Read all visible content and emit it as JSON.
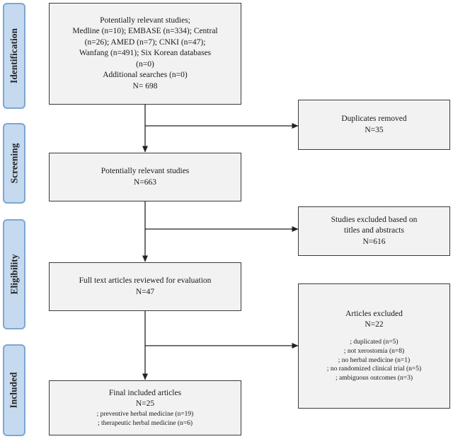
{
  "phases": {
    "identification": "Identification",
    "screening": "Screening",
    "eligibility": "Eligibility",
    "included": "Included"
  },
  "boxes": {
    "identification": {
      "lines": [
        "Potentially relevant studies;",
        "Medline (n=10); EMBASE (n=334); Central",
        "(n=26); AMED (n=7); CNKI (n=47);",
        "Wanfang (n=491); Six Korean databases",
        "(n=0)",
        "Additional searches (n=0)",
        "N= 698"
      ]
    },
    "duplicates": {
      "title": "Duplicates removed",
      "count": "N=35"
    },
    "screening": {
      "title": "Potentially relevant studies",
      "count": "N=663"
    },
    "excluded_titles": {
      "line1": "Studies excluded based on",
      "line2": "titles and abstracts",
      "count": "N=616"
    },
    "eligibility": {
      "title": "Full text articles reviewed for evaluation",
      "count": "N=47"
    },
    "articles_excluded": {
      "title": "Articles excluded",
      "count": "N=22",
      "reasons": [
        "; duplicated (n=5)",
        "; not xerostomia (n=8)",
        "; no herbal medicine (n=1)",
        "; no randomized clinical trial (n=5)",
        "; ambiguous outcomes (n=3)"
      ]
    },
    "included": {
      "title": "Final included articles",
      "count": "N=25",
      "details": [
        "; preventive herbal medicine (n=19)",
        "; therapeutic herbal medicine (n=6)"
      ]
    }
  }
}
